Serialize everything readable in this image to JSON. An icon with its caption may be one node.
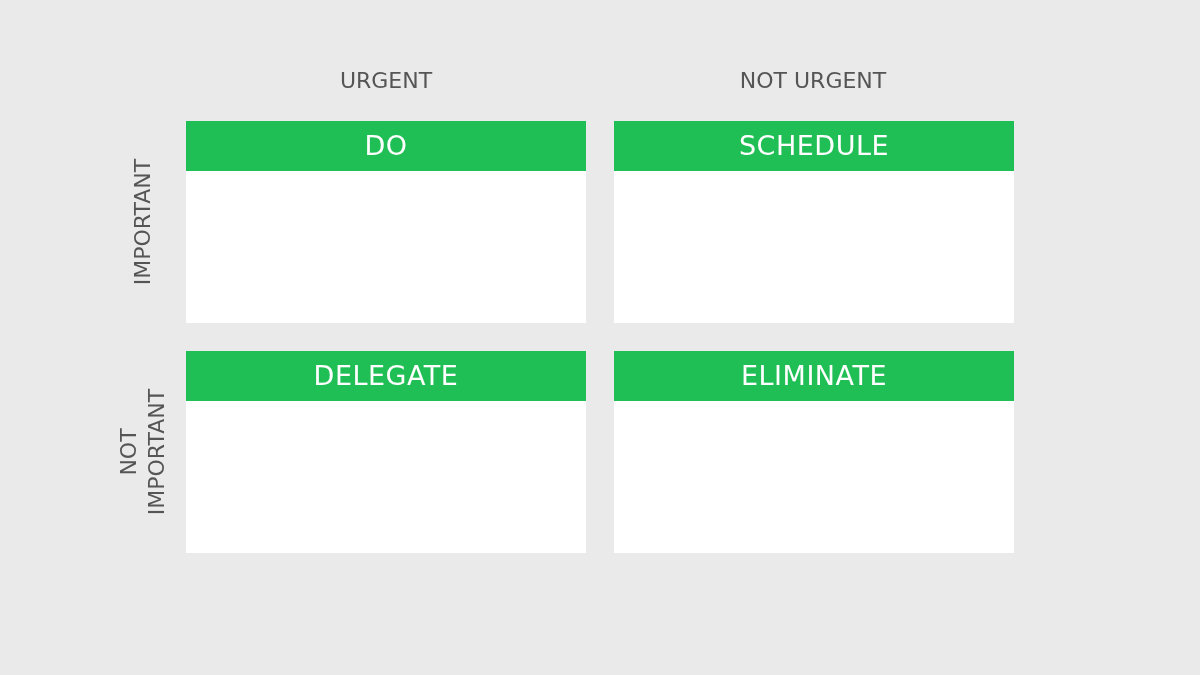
{
  "diagram": {
    "nodes": [
      {
        "text": [
          "DO"
        ]
      },
      {
        "text": [
          "SCHEDULE"
        ]
      },
      {
        "text": [
          "DELEGATE"
        ]
      },
      {
        "text": [
          "ELIMINATE"
        ]
      }
    ],
    "edges": [],
    "labels": [
      "URGENT",
      "NOT URGENT",
      "IMPORTANT",
      "NOT IMPORTANT"
    ]
  }
}
